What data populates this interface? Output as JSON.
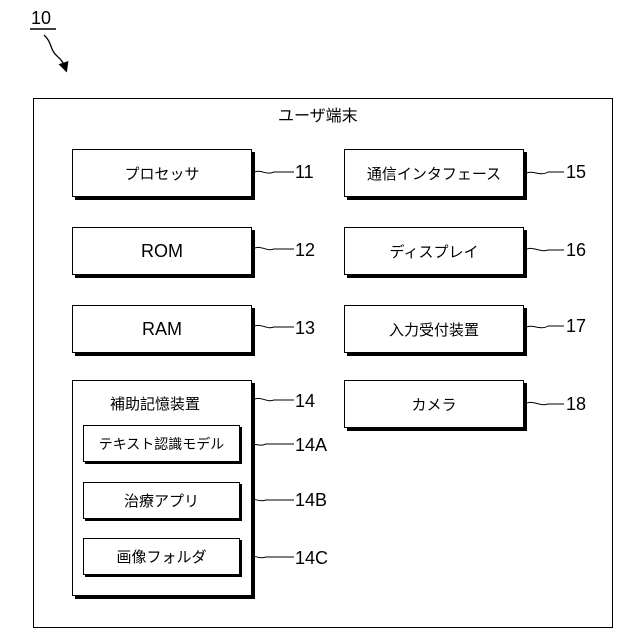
{
  "figure": {
    "ref_main": "10",
    "terminal_title": "ユーザ端末"
  },
  "components": {
    "processor": {
      "label": "プロセッサ",
      "ref": "11"
    },
    "rom": {
      "label": "ROM",
      "ref": "12"
    },
    "ram": {
      "label": "RAM",
      "ref": "13"
    },
    "storage": {
      "label": "補助記憶装置",
      "ref": "14"
    },
    "text_model": {
      "label": "テキスト認識モデル",
      "ref": "14A"
    },
    "treatment_app": {
      "label": "治療アプリ",
      "ref": "14B"
    },
    "image_folder": {
      "label": "画像フォルダ",
      "ref": "14C"
    },
    "comm_interface": {
      "label": "通信インタフェース",
      "ref": "15"
    },
    "display": {
      "label": "ディスプレイ",
      "ref": "16"
    },
    "input_device": {
      "label": "入力受付装置",
      "ref": "17"
    },
    "camera": {
      "label": "カメラ",
      "ref": "18"
    }
  }
}
